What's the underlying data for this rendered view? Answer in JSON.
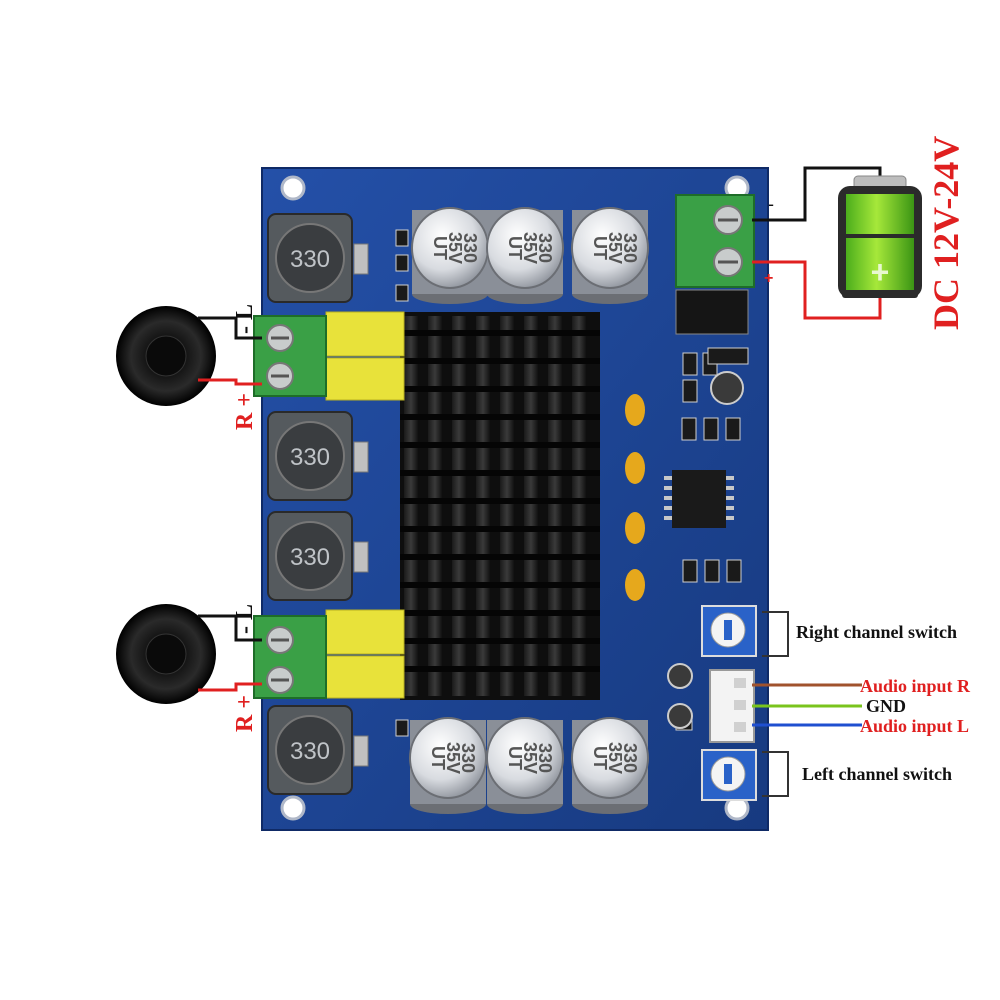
{
  "power": {
    "label": "DC 12V-24V",
    "negative_sign": "-",
    "positive_sign": "+",
    "battery_plus": "+"
  },
  "speakers": [
    {
      "minus_label": "- L",
      "plus_label": "R +"
    },
    {
      "minus_label": "- L",
      "plus_label": "R +"
    }
  ],
  "connections": {
    "right_switch": "Right channel switch",
    "left_switch": "Left channel switch",
    "audio_r": "Audio input R",
    "gnd": "GND",
    "audio_l": "Audio input L"
  },
  "components": {
    "inductor_value": "330",
    "cap_line1": "330",
    "cap_line2": "35V",
    "cap_line3": "UT"
  },
  "colors": {
    "board": "#1c3f8c",
    "wire_red": "#e02020",
    "wire_black": "#111111",
    "audio_r_wire": "#a0522d",
    "gnd_wire": "#7ac41c",
    "audio_l_wire": "#1f4fd0",
    "label_red": "#e02020",
    "terminal_green": "#3aa046"
  }
}
